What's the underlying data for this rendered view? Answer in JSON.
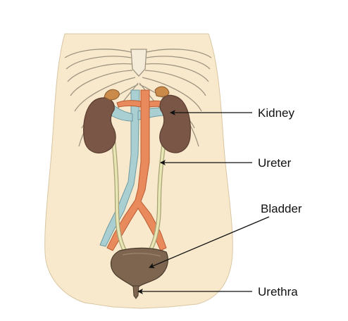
{
  "labels": {
    "kidney": "Kidney",
    "ureter": "Ureter",
    "bladder": "Bladder",
    "urethra": "Urethra"
  },
  "colors": {
    "background": "#ffffff",
    "skin": "#f8e9cc",
    "skin_outline": "#d9c6a2",
    "bone": "#f4ecd8",
    "bone_outline": "#9e9480",
    "kidney": "#7a5646",
    "kidney_outline": "#5a3d30",
    "adrenal": "#c98a4a",
    "artery": "#e88a5c",
    "artery_outline": "#b85c34",
    "vein": "#a9cfd3",
    "vein_outline": "#6f9aa0",
    "ureter": "#e9e6b5",
    "ureter_outline": "#a7a274",
    "bladder": "#7d6550",
    "bladder_outline": "#4a3a2c",
    "leader_line": "#111111"
  }
}
